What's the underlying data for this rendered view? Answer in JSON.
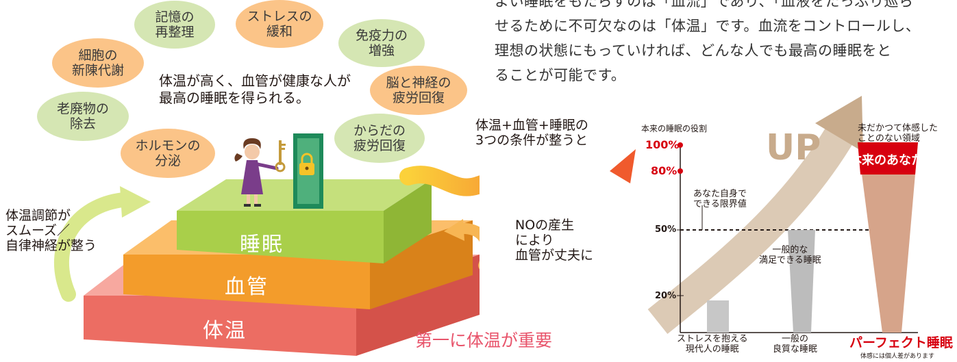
{
  "intro_text": "よい睡眠をもたらすのは「血流」であり、「血液をたっぷり巡ら\nせるために不可欠なのは「体温」です。血流をコントロールし、\n理想の状態にもっていければ、どんな人でも最高の睡眠をと\nることが可能です。",
  "bubbles": {
    "memory": "記憶の\n再整理",
    "stress": "ストレスの\n緩和",
    "immunity": "免疫力の\n増強",
    "cells": "細胞の\n新陳代謝",
    "brain": "脳と神経の\n疲労回復",
    "waste": "老廃物の\n除去",
    "body": "からだの\n疲労回復",
    "hormone": "ホルモンの\n分泌"
  },
  "headline": "体温が高く、血管が健康な人が\n最高の睡眠を得られる。",
  "left_note": "体温調節が\nスムーズ／\n自律神経が整う",
  "right_note": "NOの産生\nにより\n血管が丈夫に",
  "layers": {
    "top": "睡眠",
    "middle": "血管",
    "bottom": "体温"
  },
  "important_text": "第一に体温が重要",
  "condition_text": "体温+血管+睡眠の\n3つの条件が整うと",
  "chart": {
    "ylabel": "本来の睡眠の役割",
    "pct_100": "100%",
    "pct_80": "80%",
    "pct_50": "50%",
    "pct_20": "20%",
    "limit_label": "あなた自身で\nできる限界値",
    "general_label": "一般的な\n満足できる睡眠",
    "up_text": "UP",
    "unknown_region": "未だかつて体感した\nことのない領域",
    "true_you": "本来のあなた",
    "cat_stress": "ストレスを抱える\n現代人の睡眠",
    "cat_general": "一般の\n良質な睡眠",
    "cat_perfect": "パーフェクト睡眠",
    "footnote": "体感には個人差があります"
  },
  "colors": {
    "green_bubble": "#d5e6b3",
    "orange_bubble": "#fbc488",
    "layer_green": "#a9cf4a",
    "layer_orange": "#f39c2b",
    "layer_red": "#ec6d63",
    "accent_red": "#d7000f"
  }
}
